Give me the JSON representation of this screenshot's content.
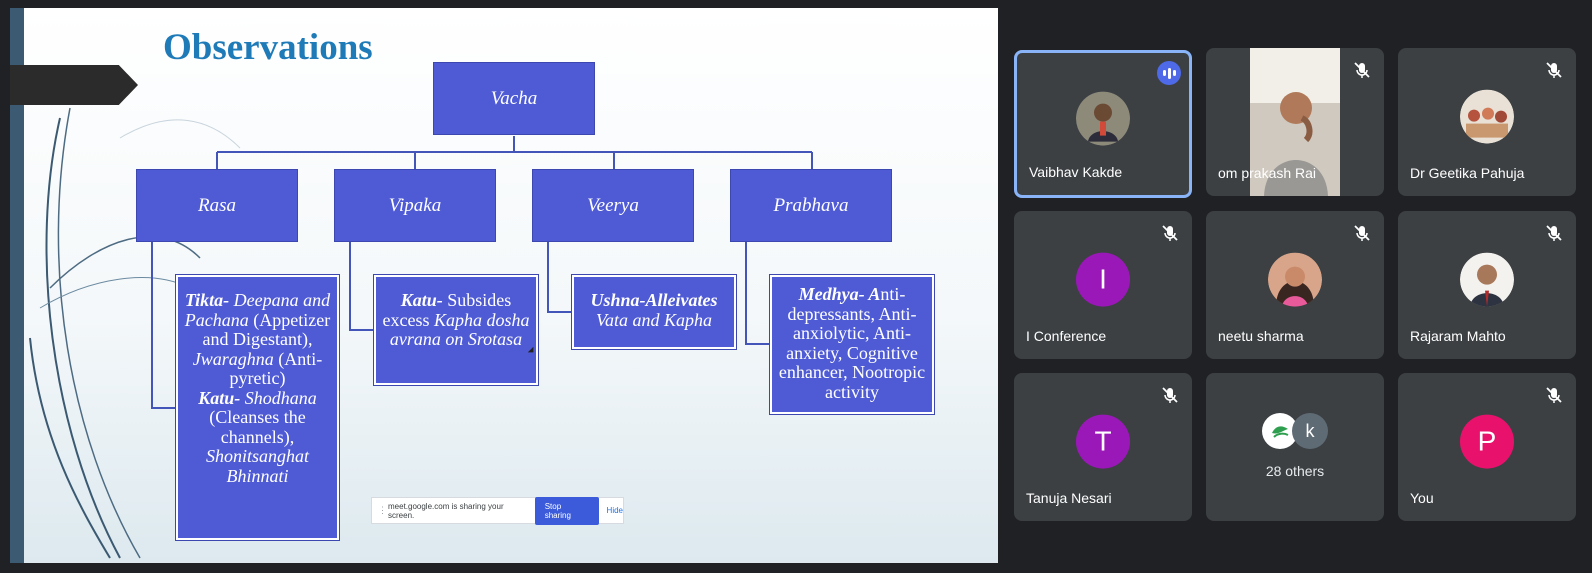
{
  "slide": {
    "title": "Observations",
    "root_label": "Vacha",
    "categories": [
      "Rasa",
      "Vipaka",
      "Veerya",
      "Prabhava"
    ],
    "details": {
      "rasa": {
        "p1_bold": "Tikta-",
        "p1_ital": " Deepana and Pachana",
        "p1_plain": " (Appetizer and Digestant),",
        "p1_ital2": " Jwaraghna",
        "p1_plain2": " (Anti-pyretic)",
        "p2_bold": "Katu-",
        "p2_ital": " Shodhana",
        "p2_plain": " (Cleanses the channels),",
        "p2_ital2": " Shonitsanghat Bhinnati"
      },
      "vipaka": {
        "bold": "Katu-",
        "plain": " Subsides excess ",
        "ital": "Kapha dosha avrana on Srotasa"
      },
      "veerya": {
        "bold": "Ushna-Alleivates",
        "ital": " Vata and Kapha"
      },
      "prabhava": {
        "bold": "Medhya- A",
        "plain": "nti-depressants, Anti-anxiolytic, Anti-anxiety, Cognitive enhancer, Nootropic activity"
      }
    }
  },
  "share_bar": {
    "message": "meet.google.com is sharing your screen.",
    "stop_label": "Stop sharing",
    "hide_label": "Hide"
  },
  "participants": [
    {
      "name": "Vaibhav Kakde",
      "speaking": true
    },
    {
      "name": "om prakash Rai",
      "muted": true
    },
    {
      "name": "Dr Geetika Pahuja",
      "muted": true
    },
    {
      "name": "I Conference",
      "initial": "I",
      "color": "#9b18b8",
      "muted": true
    },
    {
      "name": "neetu sharma",
      "muted": true
    },
    {
      "name": "Rajaram Mahto",
      "muted": true
    },
    {
      "name": "Tanuja Nesari",
      "initial": "T",
      "color": "#9b18b8",
      "muted": true
    },
    {
      "others": "28 others",
      "mini_initial": "k"
    },
    {
      "name": "You",
      "initial": "P",
      "color": "#e8126d",
      "muted": true
    }
  ],
  "colors": {
    "box_fill": "#4f5bd5",
    "title_blue": "#1f7bb8",
    "active_border": "#8ab4f8",
    "tile_bg": "#3c4043"
  },
  "icons": [
    "mic-off-icon",
    "speaking-icon",
    "drag-handle-icon"
  ]
}
